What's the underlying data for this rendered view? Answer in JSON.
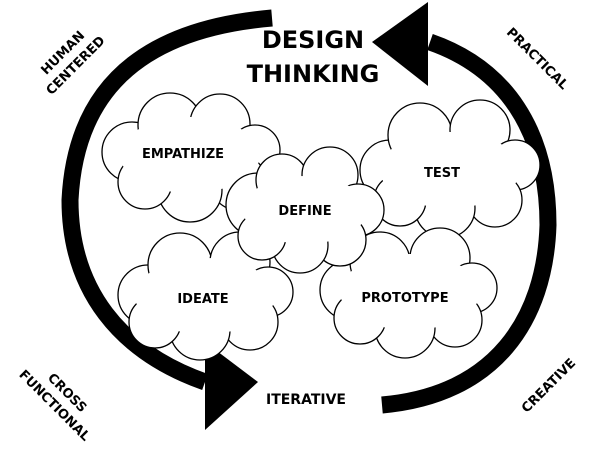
{
  "title": {
    "line1": "DESIGN",
    "line2": "THINKING"
  },
  "corners": {
    "top_left": {
      "line1": "HUMAN",
      "line2": "CENTERED"
    },
    "top_right": "PRACTICAL",
    "bottom_left": {
      "line1": "CROSS",
      "line2": "FUNCTIONAL"
    },
    "bottom_right": "CREATIVE"
  },
  "bottom_label": "ITERATIVE",
  "stages": {
    "empathize": "EMPATHIZE",
    "define": "DEFINE",
    "test": "TEST",
    "ideate": "IDEATE",
    "prototype": "PROTOTYPE"
  },
  "colors": {
    "ink": "#000000",
    "cloud_fill": "#ffffff",
    "background": "#ffffff"
  }
}
